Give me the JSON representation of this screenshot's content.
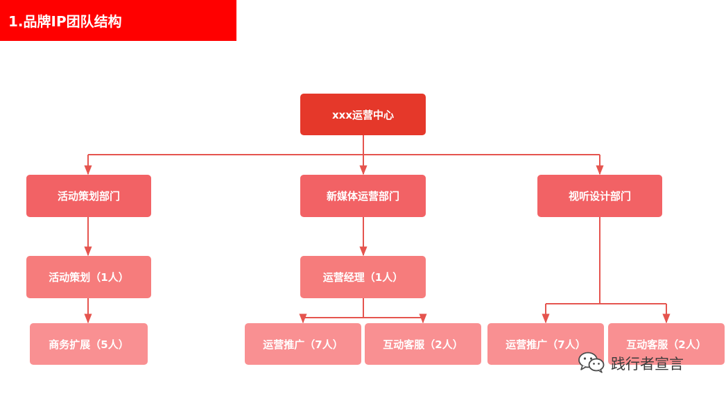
{
  "header": {
    "title": "1.品牌IP团队结构"
  },
  "colors": {
    "header": "#ff0000",
    "root": "#e5382a",
    "level1": "#f26265",
    "level2": "#f67c7c",
    "level3": "#f99092",
    "line": "#e5544e"
  },
  "org": {
    "root": "xxx运营中心",
    "departments": [
      {
        "name": "活动策划部门",
        "roles": [
          {
            "name": "活动策划（1人）",
            "children": [
              "商务扩展（5人）"
            ]
          }
        ]
      },
      {
        "name": "新媒体运营部门",
        "roles": [
          {
            "name": "运营经理（1人）",
            "children": [
              "运营推广（7人）",
              "互动客服（2人）"
            ]
          }
        ]
      },
      {
        "name": "视听设计部门",
        "roles": [
          {
            "name": "",
            "children": [
              "运营推广（7人）",
              "互动客服（2人）"
            ]
          }
        ]
      }
    ]
  },
  "watermark": {
    "icon": "wechat-icon",
    "text": "践行者宣言"
  }
}
